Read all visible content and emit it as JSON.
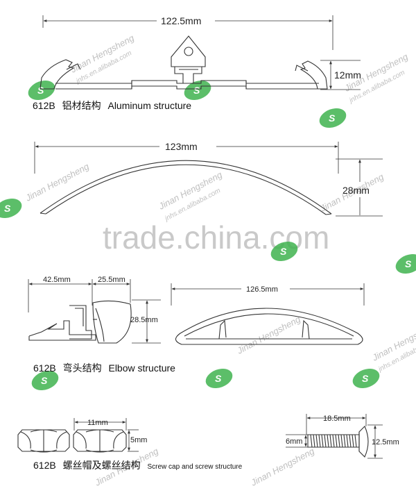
{
  "section1": {
    "width_label": "122.5mm",
    "height_label": "12mm",
    "caption_code": "612B",
    "caption_cn": "铝材结构",
    "caption_en": "Aluminum structure"
  },
  "section2": {
    "width_label": "123mm",
    "height_label": "28mm"
  },
  "section3": {
    "left_width_label": "42.5mm",
    "right_width_label": "25.5mm",
    "height_label": "28.5mm",
    "cover_width_label": "126.5mm",
    "caption_code": "612B",
    "caption_cn": "弯头结构",
    "caption_en": "Elbow structure"
  },
  "section4": {
    "nut_width_label": "11mm",
    "nut_height_label": "5mm",
    "screw_length_label": "18.5mm",
    "screw_dia_label": "6mm",
    "head_dia_label": "12.5mm",
    "caption_code": "612B",
    "caption_cn": "螺丝帽及螺丝结构",
    "caption_en": "Screw cap and screw structure"
  },
  "watermarks": {
    "center_text": "trade.china.com",
    "logo_letters": "S",
    "company_text": "Jinan Hengsheng",
    "site_text": "jnhs.en.alibaba.com"
  },
  "colors": {
    "logo_green": "#3fb34f",
    "watermark_gray": "#c9c9c9",
    "line": "#333333"
  }
}
